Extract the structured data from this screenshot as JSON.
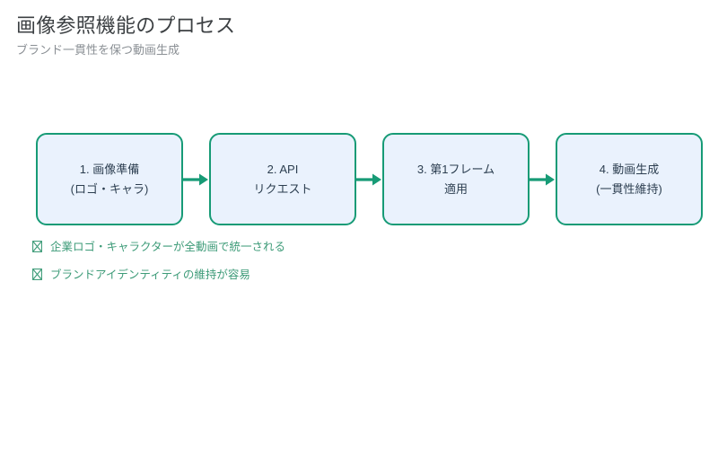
{
  "header": {
    "title": "画像参照機能のプロセス",
    "subtitle": "ブランド一貫性を保つ動画生成"
  },
  "colors": {
    "node_border": "#179b76",
    "node_fill": "#eaf2fd",
    "node_text": "#2c3e50",
    "arrow": "#179b76",
    "benefit_text": "#3d9b78",
    "title_text": "#3c4043",
    "subtitle_text": "#8a8f94",
    "background": "#ffffff"
  },
  "flow": {
    "nodes": [
      {
        "id": "node-1",
        "line1": "1. 画像準備",
        "line2": "(ロゴ・キャラ)"
      },
      {
        "id": "node-2",
        "line1": "2. API",
        "line2": "リクエスト"
      },
      {
        "id": "node-3",
        "line1": "3. 第1フレーム",
        "line2": "適用"
      },
      {
        "id": "node-4",
        "line1": "4. 動画生成",
        "line2": "(一貫性維持)"
      }
    ],
    "connectors": [
      {
        "id": "arrow-1",
        "icon": "arrow-right-icon"
      },
      {
        "id": "arrow-2",
        "icon": "arrow-right-icon"
      },
      {
        "id": "arrow-3",
        "icon": "arrow-right-icon"
      }
    ]
  },
  "benefits": {
    "items": [
      {
        "icon": "missing-glyph-box-icon",
        "text": "企業ロゴ・キャラクターが全動画で統一される"
      },
      {
        "icon": "missing-glyph-box-icon",
        "text": "ブランドアイデンティティの維持が容易"
      }
    ]
  }
}
